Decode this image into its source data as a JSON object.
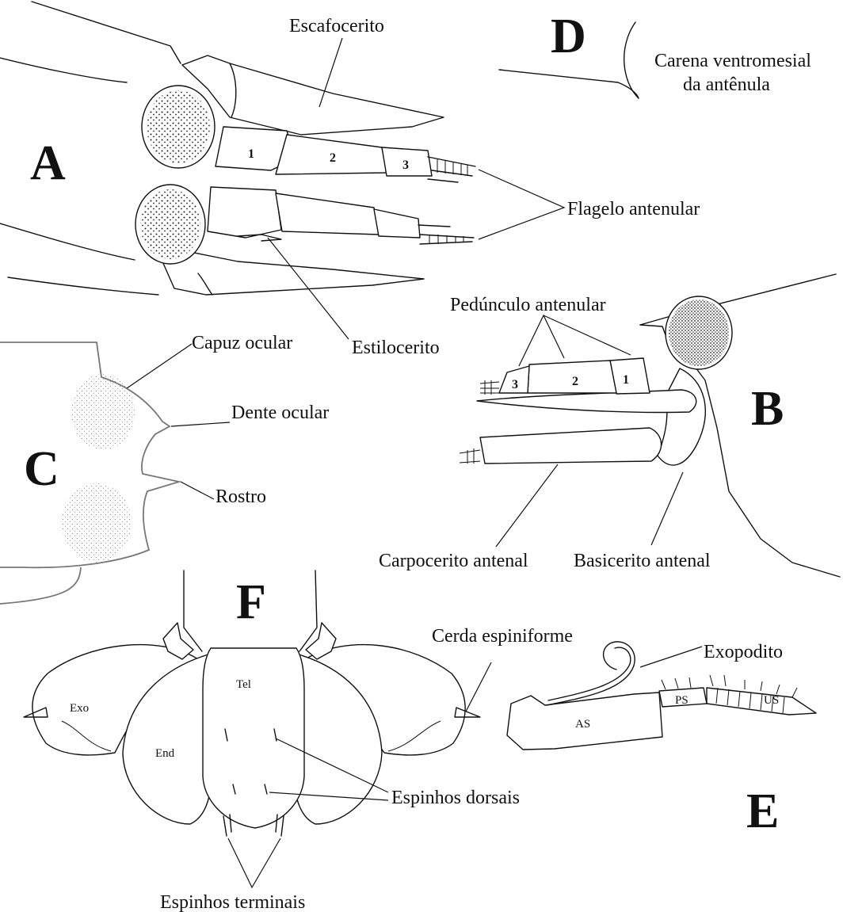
{
  "panels": {
    "A": {
      "letter": "A",
      "segments": [
        "1",
        "2",
        "3"
      ],
      "labels": {
        "escafocerito": "Escafocerito",
        "flagelo": "Flagelo antenular",
        "estilocerito": "Estilocerito"
      }
    },
    "B": {
      "letter": "B",
      "segments": [
        "1",
        "2",
        "3"
      ],
      "labels": {
        "peduncle": "Pedúnculo antenular",
        "carpocerito": "Carpocerito antenal",
        "basicerito": "Basicerito antenal"
      }
    },
    "C": {
      "letter": "C",
      "labels": {
        "capuz": "Capuz ocular",
        "dente": "Dente ocular",
        "rostro": "Rostro"
      }
    },
    "D": {
      "letter": "D",
      "label_line1": "Carena ventromesial",
      "label_line2": "da antênula"
    },
    "E": {
      "letter": "E",
      "labels": {
        "exopodito": "Exopodito",
        "as": "AS",
        "ps": "PS",
        "us": "US"
      }
    },
    "F": {
      "letter": "F",
      "labels": {
        "cerda": "Cerda espiniforme",
        "exo": "Exo",
        "tel": "Tel",
        "end": "End",
        "dorsais": "Espinhos dorsais",
        "terminais": "Espinhos terminais"
      }
    }
  },
  "colors": {
    "ink": "#111111",
    "background": "#ffffff",
    "stipple": "#222222"
  }
}
